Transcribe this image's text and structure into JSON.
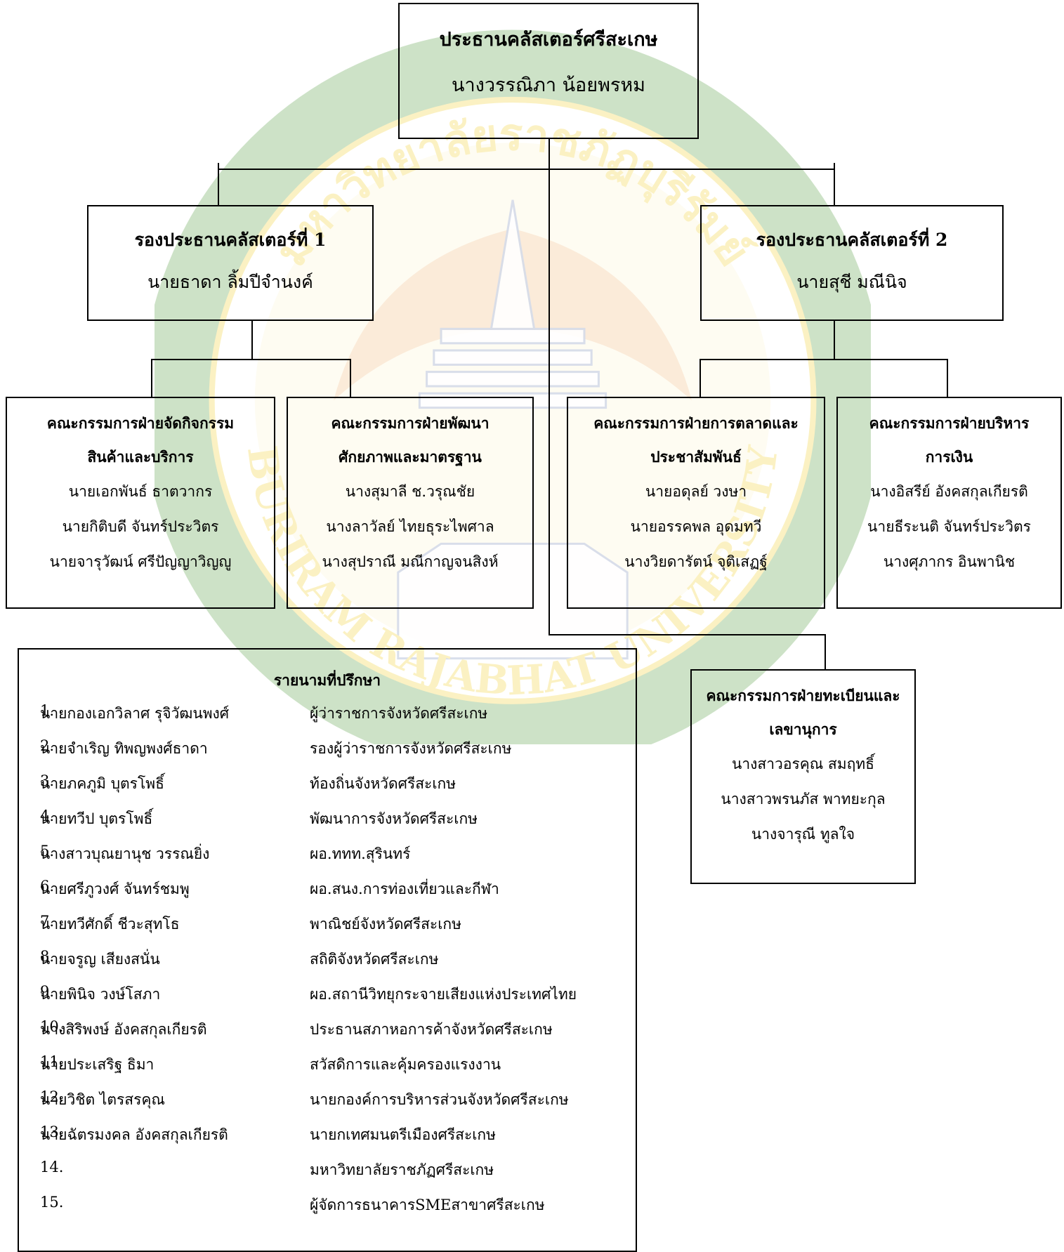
{
  "colors": {
    "watermark_green": "#4f9a3a",
    "watermark_yellow": "#f2d02a",
    "watermark_orange": "#e47a1c",
    "line": "#000000"
  },
  "president": {
    "title": "ประธานคลัสเตอร์ศรีสะเกษ",
    "name": "นางวรรณิภา น้อยพรหม"
  },
  "vp1": {
    "title": "รองประธานคลัสเตอร์ที่ 1",
    "name": "นายธาดา ลิ้มปีจำนงค์"
  },
  "vp2": {
    "title": "รองประธานคลัสเตอร์ที่ 2",
    "name": "นายสุชี มณีนิจ"
  },
  "committees": [
    {
      "title_lines": [
        "คณะกรรมการฝ่ายจัดกิจกรรม",
        "สินค้าและบริการ"
      ],
      "members": [
        "นายเอกพันธ์ ธาตวากร",
        "นายกิติบดี จันทร์ประวิตร",
        "นายจารุวัฒน์ ศรีปัญญาวิญญู"
      ]
    },
    {
      "title_lines": [
        "คณะกรรมการฝ่ายพัฒนา",
        "ศักยภาพและมาตรฐาน"
      ],
      "members": [
        "นางสุมาลี ช.วรุณชัย",
        "นางลาวัลย์ ไทยธุระไพศาล",
        "นางสุปราณี มณีกาญจนสิงห์"
      ]
    },
    {
      "title_lines": [
        "คณะกรรมการฝ่ายการตลาดและ",
        "ประชาสัมพันธ์"
      ],
      "members": [
        "นายอดุลย์ วงษา",
        "นายอรรคพล อุดมทวี",
        "นางวิยดารัตน์ จุติเสฏฐ์"
      ]
    },
    {
      "title_lines": [
        "คณะกรรมการฝ่ายบริหาร",
        "การเงิน"
      ],
      "members": [
        "นางอิสรีย์ อังคสกุลเกียรติ",
        "นายธีระนติ จันทร์ประวิตร",
        "นางศุภากร อินพานิช"
      ]
    }
  ],
  "registration": {
    "title_lines": [
      "คณะกรรมการฝ่ายทะเบียนและ",
      "เลขานุการ"
    ],
    "members": [
      "นางสาวอรคุณ สมฤทธิ์",
      "นางสาวพรนภัส พาทยะกุล",
      "นางจารุณี ทูลใจ"
    ]
  },
  "advisors": {
    "title": "รายนามที่ปรึกษา",
    "rows": [
      {
        "num": "1.",
        "name": "นายกองเอกวิลาศ รุจิวัฒนพงศ์",
        "position": "ผู้ว่าราชการจังหวัดศรีสะเกษ"
      },
      {
        "num": "2.",
        "name": "นายจำเริญ ทิพญพงศ์ธาดา",
        "position": "รองผู้ว่าราชการจังหวัดศรีสะเกษ"
      },
      {
        "num": "3.",
        "name": "นายภคภูมิ บุตรโพธิ์",
        "position": "ท้องถิ่นจังหวัดศรีสะเกษ"
      },
      {
        "num": "4.",
        "name": "นายทวีป บุตรโพธิ์",
        "position": "พัฒนาการจังหวัดศรีสะเกษ"
      },
      {
        "num": "5.",
        "name": "นางสาวบุณยานุช วรรณยิ่ง",
        "position": "ผอ.ททท.สุรินทร์"
      },
      {
        "num": "6.",
        "name": "นายศรีภูวงศ์ จันทร์ชมพู",
        "position": "ผอ.สนง.การท่องเที่ยวและกีฬา"
      },
      {
        "num": "7.",
        "name": "นายทวีศักดิ์ ชีวะสุทโธ",
        "position": "พาณิชย์จังหวัดศรีสะเกษ"
      },
      {
        "num": "8.",
        "name": "นายจรูญ เสียงสนั่น",
        "position": "สถิติจังหวัดศรีสะเกษ"
      },
      {
        "num": "9.",
        "name": "นายพินิจ วงษ์โสภา",
        "position": "ผอ.สถานีวิทยุกระจายเสียงแห่งประเทศไทย"
      },
      {
        "num": "10.",
        "name": "นางสิริพงษ์ อังคสกุลเกียรติ",
        "position": "ประธานสภาหอการค้าจังหวัดศรีสะเกษ"
      },
      {
        "num": "11.",
        "name": "นายประเสริฐ ธิมา",
        "position": "สวัสดิการและคุ้มครองแรงงาน"
      },
      {
        "num": "12.",
        "name": "นายวิชิต ไตรสรคุณ",
        "position": "นายกองค์การบริหารส่วนจังหวัดศรีสะเกษ"
      },
      {
        "num": "13.",
        "name": "นายฉัตรมงคล อังคสกุลเกียรติ",
        "position": "นายกเทศมนตรีเมืองศรีสะเกษ"
      },
      {
        "num": "14.",
        "name": "",
        "position": "มหาวิทยาลัยราชภัฏศรีสะเกษ"
      },
      {
        "num": "15.",
        "name": "",
        "position": "ผู้จัดการธนาคารSMEสาขาศรีสะเกษ"
      }
    ]
  },
  "watermark": {
    "text_top": "มหาวิทยาลัยราชภัฏบุรีรัมย์",
    "text_bottom": "BURIRAM RAJABHAT UNIVERSITY"
  }
}
